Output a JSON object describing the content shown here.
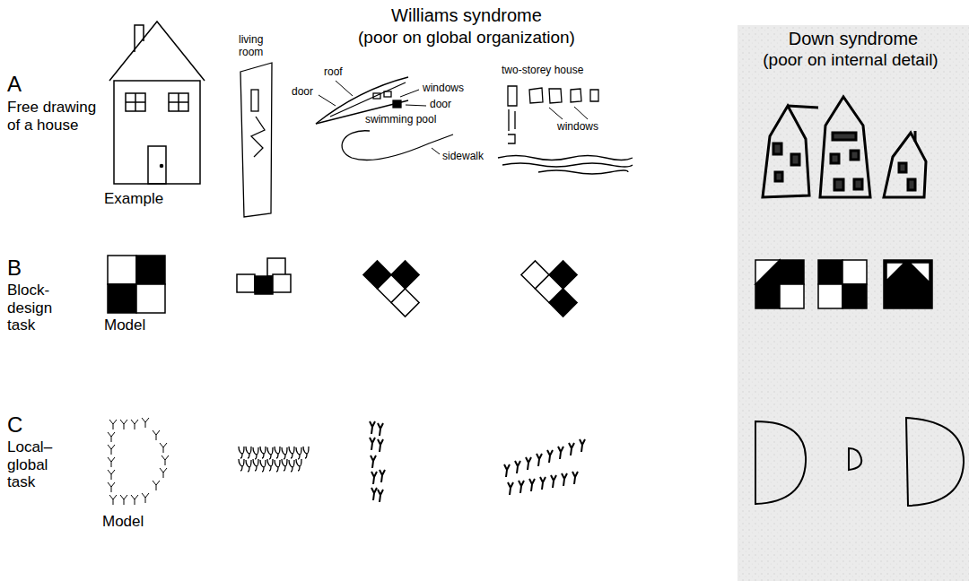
{
  "diagram": {
    "labels": [
      "Williams syndrome",
      "(poor on global organization)",
      "Down syndrome",
      "(poor on internal detail)",
      "A",
      "Free drawing of a house",
      "Example",
      "living room",
      "roof",
      "door",
      "windows",
      "door",
      "swimming pool",
      "sidewalk",
      "two-storey house",
      "windows",
      "B",
      "Block-design task",
      "Model",
      "C",
      "Local–global task",
      "Model"
    ]
  }
}
